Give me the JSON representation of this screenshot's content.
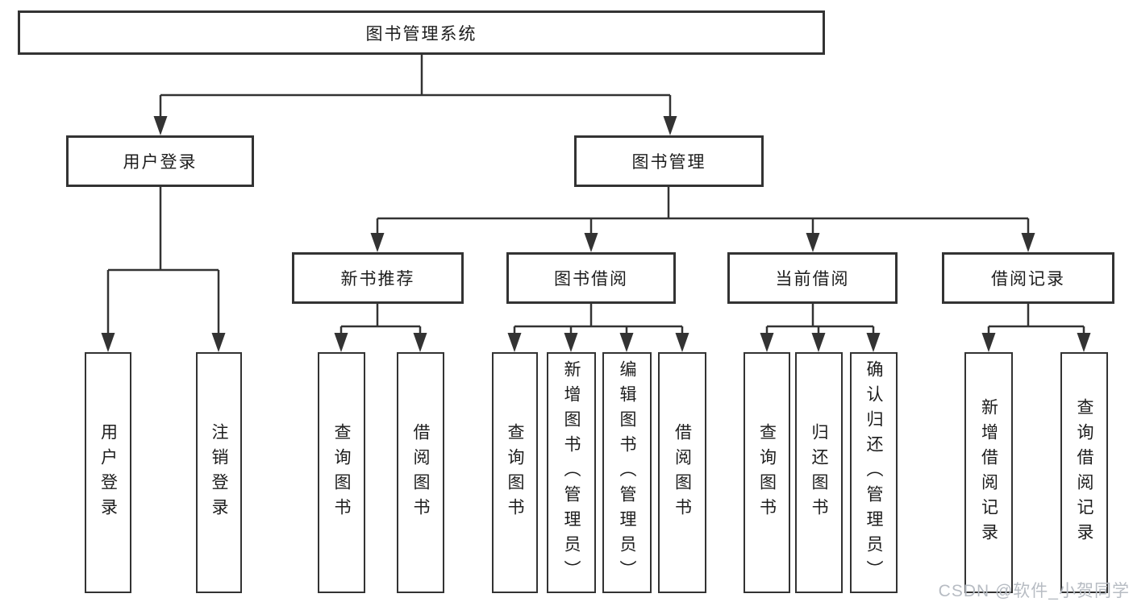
{
  "tree": {
    "label": "图书管理系统",
    "children": [
      {
        "label": "用户登录",
        "children": [
          {
            "label": "用户登录"
          },
          {
            "label": "注销登录"
          }
        ]
      },
      {
        "label": "图书管理",
        "children": [
          {
            "label": "新书推荐",
            "children": [
              {
                "label": "查询图书"
              },
              {
                "label": "借阅图书"
              }
            ]
          },
          {
            "label": "图书借阅",
            "children": [
              {
                "label": "查询图书"
              },
              {
                "label": "新增图书（管理员）"
              },
              {
                "label": "编辑图书（管理员）"
              },
              {
                "label": "借阅图书"
              }
            ]
          },
          {
            "label": "当前借阅",
            "children": [
              {
                "label": "查询图书"
              },
              {
                "label": "归还图书"
              },
              {
                "label": "确认归还（管理员）"
              }
            ]
          },
          {
            "label": "借阅记录",
            "children": [
              {
                "label": "新增借阅记录"
              },
              {
                "label": "查询借阅记录"
              }
            ]
          }
        ]
      }
    ]
  },
  "watermark": "CSDN @软件_小贺同学",
  "colors": {
    "line": "#333333",
    "text": "#1d1d1d",
    "watermark": "#b7bcc3",
    "box_fill": "#ffffff"
  }
}
